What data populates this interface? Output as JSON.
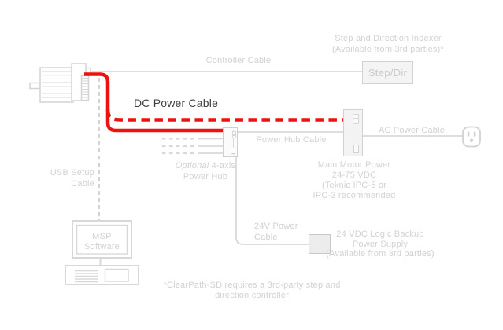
{
  "colors": {
    "cable_red": "#ee1111",
    "line_gray": "#d9d9d9",
    "text_light": "#d2d2d2",
    "text_dark": "#3e3e3e"
  },
  "indexer": {
    "cable_label": "Controller Cable",
    "note_line1": "Step and Direction Indexer",
    "note_line2": "(Available from 3rd parties)*",
    "box_label": "Step/Dir"
  },
  "dc_cable": {
    "label": "DC Power Cable"
  },
  "hub": {
    "cable_label": "Power Hub Cable",
    "label_optional": "Optional",
    "label_axis": "4-axis",
    "label_line2": "Power Hub"
  },
  "main_power": {
    "line1": "Main Motor Power",
    "line2": "24-75 VDC",
    "line3": "(Teknic IPC-5 or",
    "line4": "IPC-3 recommended",
    "ac_cable_label": "AC Power Cable"
  },
  "usb": {
    "line1": "USB Setup",
    "line2": "Cable"
  },
  "software": {
    "line1": "MSP",
    "line2": "Software"
  },
  "backup": {
    "cable_line1": "24V Power",
    "cable_line2": "Cable",
    "line1": "24 VDC Logic Backup",
    "line2": "Power Supply",
    "line3": "(Available from 3rd parties)"
  },
  "footnote": {
    "line1": "*ClearPath-SD requires a 3rd-party step and",
    "line2": "direction controller"
  }
}
